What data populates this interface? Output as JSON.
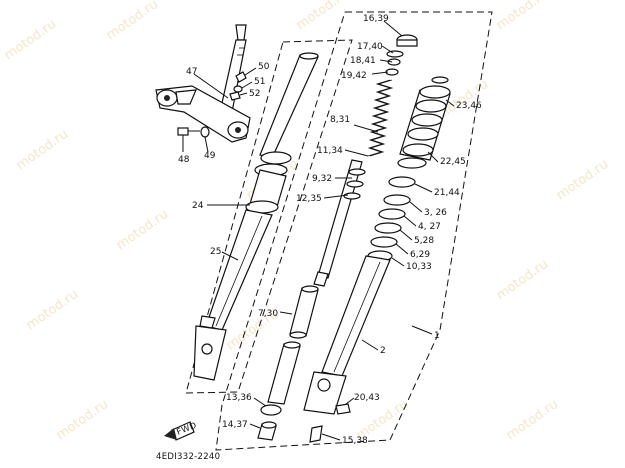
{
  "watermark": "motod.ru",
  "diagram_code": "4EDI332-2240",
  "fwd_label": "FWD",
  "callouts": {
    "c_16_39": "16,39",
    "c_17_40": "17,40",
    "c_18_41": "18,41",
    "c_19_42": "19,42",
    "c_23_46": "23,46",
    "c_8_31": "8,31",
    "c_11_34": "11,34",
    "c_22_45": "22,45",
    "c_9_32": "9,32",
    "c_21_44": "21,44",
    "c_12_35": "12,35",
    "c_3_26": "3, 26",
    "c_4_27": "4, 27",
    "c_5_28": "5,28",
    "c_6_29": "6,29",
    "c_10_33": "10,33",
    "c_7_30": "7,30",
    "c_2": "2",
    "c_1": "1",
    "c_13_36": "13,36",
    "c_14_37": "14,37",
    "c_20_43": "20,43",
    "c_15_38": "15,38",
    "c_47": "47",
    "c_50": "50",
    "c_51": "51",
    "c_52": "52",
    "c_48": "48",
    "c_49": "49",
    "c_24": "24",
    "c_25": "25"
  }
}
